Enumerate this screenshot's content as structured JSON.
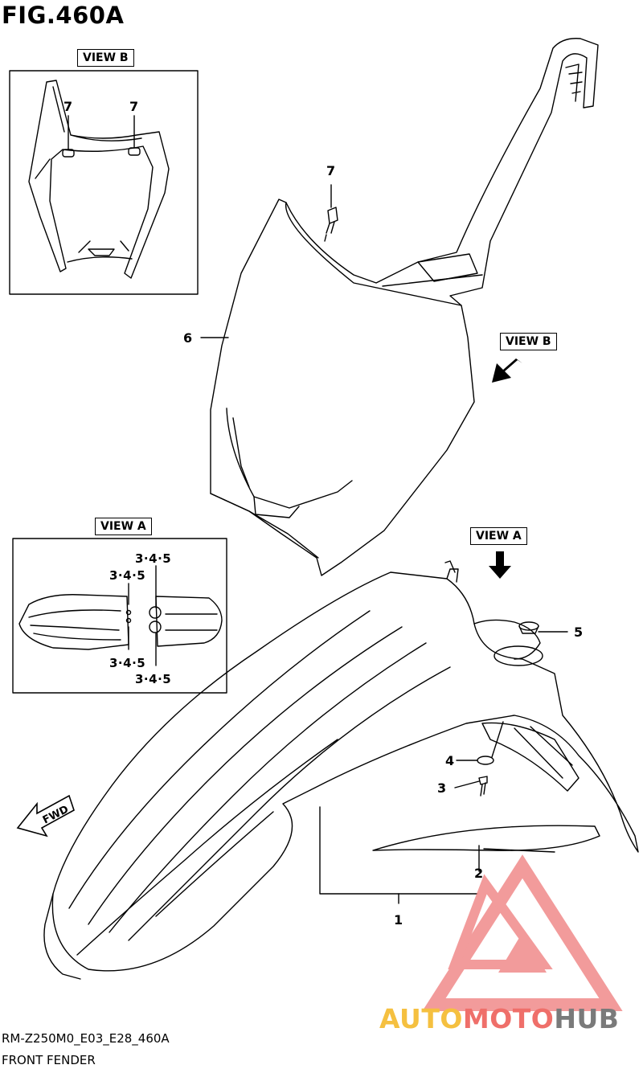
{
  "figure": {
    "title": "FIG.460A",
    "view_b_label": "VIEW B",
    "view_a_label": "VIEW A"
  },
  "callouts": {
    "view_b_left": "7",
    "view_b_right": "7",
    "number_plate_bolt": "7",
    "number_plate": "6",
    "view_a_top_outer": "3·4·5",
    "view_a_top_inner": "3·4·5",
    "view_a_bottom_inner": "3·4·5",
    "view_a_bottom_outer": "3·4·5",
    "washer_top": "5",
    "washer_lower": "4",
    "bolt_lower": "3",
    "decal": "2",
    "fender": "1"
  },
  "fwd_label": "FWD",
  "footer": {
    "code": "RM-Z250M0_E03_E28_460A",
    "name": "FRONT FENDER"
  },
  "watermark": {
    "part1": "AUTO",
    "part2": "MOTO",
    "part3": "HUB",
    "color1": "#f5c040",
    "color2": "#ef6f6a",
    "color3": "#7a7a7a",
    "logo_color": "#f08a8a"
  }
}
